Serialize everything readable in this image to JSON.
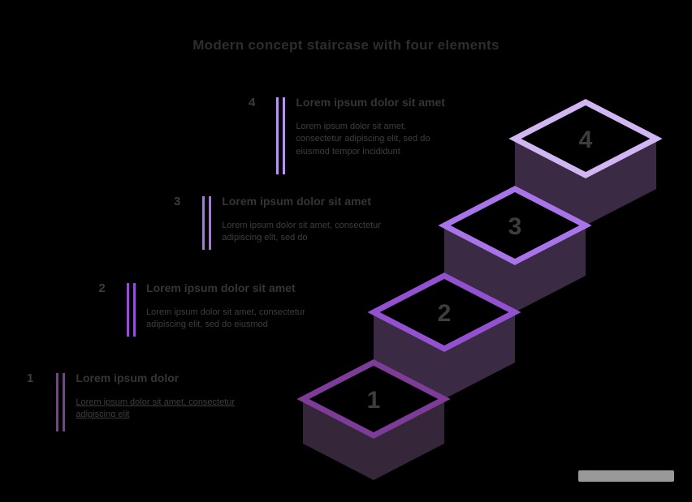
{
  "title": "Modern concept staircase with four elements",
  "steps": [
    {
      "number": "1",
      "heading": "Lorem ipsum dolor",
      "body": "Lorem ipsum dolor sit amet, consectetur adipiscing elit"
    },
    {
      "number": "2",
      "heading": "Lorem ipsum dolor sit amet",
      "body": "Lorem ipsum dolor sit amet, consectetur adipiscing elit, sed do eiusmod"
    },
    {
      "number": "3",
      "heading": "Lorem ipsum dolor sit amet",
      "body": "Lorem ipsum dolor sit amet, consectetur adipiscing elit, sed do"
    },
    {
      "number": "4",
      "heading": "Lorem ipsum dolor sit amet",
      "body": "Lorem ipsum dolor sit amet, consectetur adipiscing elit, sed do eiusmod tempor incididunt"
    }
  ],
  "colors": {
    "background": "#000000",
    "title_text": "#2d2d2d",
    "body_text": "#3e3e3e",
    "step1_accent": "#7d3c98",
    "step2_accent": "#9351d1",
    "step3_accent": "#a974ea",
    "step4_accent": "#d0b7f3",
    "extrusion": "#3a2a43",
    "watermark": "#999999"
  }
}
